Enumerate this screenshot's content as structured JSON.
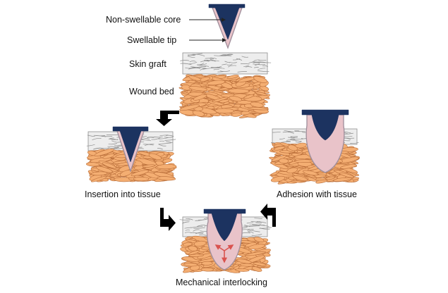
{
  "labels": {
    "core": "Non-swellable core",
    "tip": "Swellable tip",
    "skin": "Skin graft",
    "wound": "Wound bed",
    "insertion": "Insertion into tissue",
    "adhesion": "Adhesion with tissue",
    "interlock": "Mechanical interlocking"
  },
  "colors": {
    "core": "#1c3360",
    "tip": "#e9c3c9",
    "tip_outline": "#9f8e9b",
    "skin_fill": "#ededed",
    "skin_line": "#8e8e8e",
    "tissue_fill": "#f4ae72",
    "tissue_line": "#b96e3a",
    "arrow": "#000000",
    "force_arrow": "#d9534f"
  }
}
